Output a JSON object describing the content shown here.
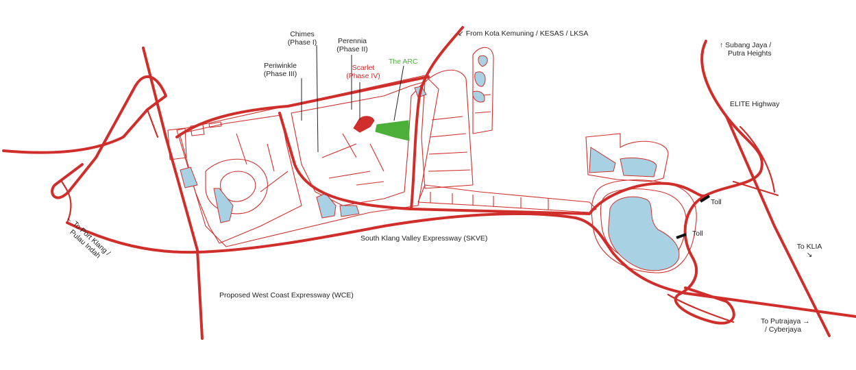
{
  "labels": {
    "chimes": "Chimes",
    "chimes_phase": "(Phase I)",
    "perennia": "Perennia",
    "perennia_phase": "(Phase II)",
    "periwinkle": "Periwinkle",
    "periwinkle_phase": "(Phase III)",
    "scarlet": "Scarlet",
    "scarlet_phase": "(Phase IV)",
    "the_arc": "The ARC",
    "from_kota": "From Kota Kemuning / KESAS / LKSA",
    "subang_1": "Subang Jaya /",
    "subang_2": "Putra Heights",
    "elite": "ELITE Highway",
    "to_klia": "To KLIA",
    "toll_1": "Toll",
    "toll_2": "Toll",
    "skve": "South Klang Valley Expressway (SKVE)",
    "port_klang_1": "To Port Klang /",
    "port_klang_2": "Pulau Indah",
    "wce": "Proposed West Coast Expressway (WCE)",
    "putrajaya_1": "To Putrajaya",
    "putrajaya_2": "/ Cyberjaya"
  },
  "arrows": {
    "kota": "↙",
    "subang": "↑",
    "klia": "↘",
    "port_klang": "←",
    "putrajaya": "→"
  },
  "colors": {
    "road": "#cf2e2b",
    "water": "#a9d1e4",
    "scarlet_parcel": "#cf2e2b",
    "arc_parcel": "#4caf3a"
  }
}
